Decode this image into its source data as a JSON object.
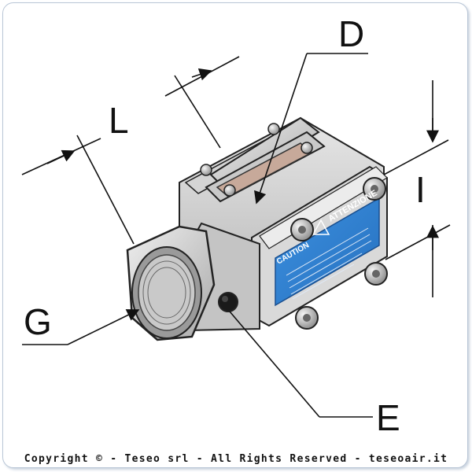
{
  "labels": {
    "D": "D",
    "L": "L",
    "I": "I",
    "G": "G",
    "E": "E"
  },
  "plate": {
    "caution": "CAUTION",
    "attenzione": "ATTENZIONE"
  },
  "footer": {
    "copyright": "Copyright © - Teseo srl - All Rights Reserved - teseoair.it"
  },
  "colors": {
    "plate_blue": "#2f7fd0",
    "metal_light": "#dcdcdc",
    "metal_mid": "#bdbdbd",
    "metal_dark": "#8e8e8e",
    "gasket": "#c7a99a"
  }
}
